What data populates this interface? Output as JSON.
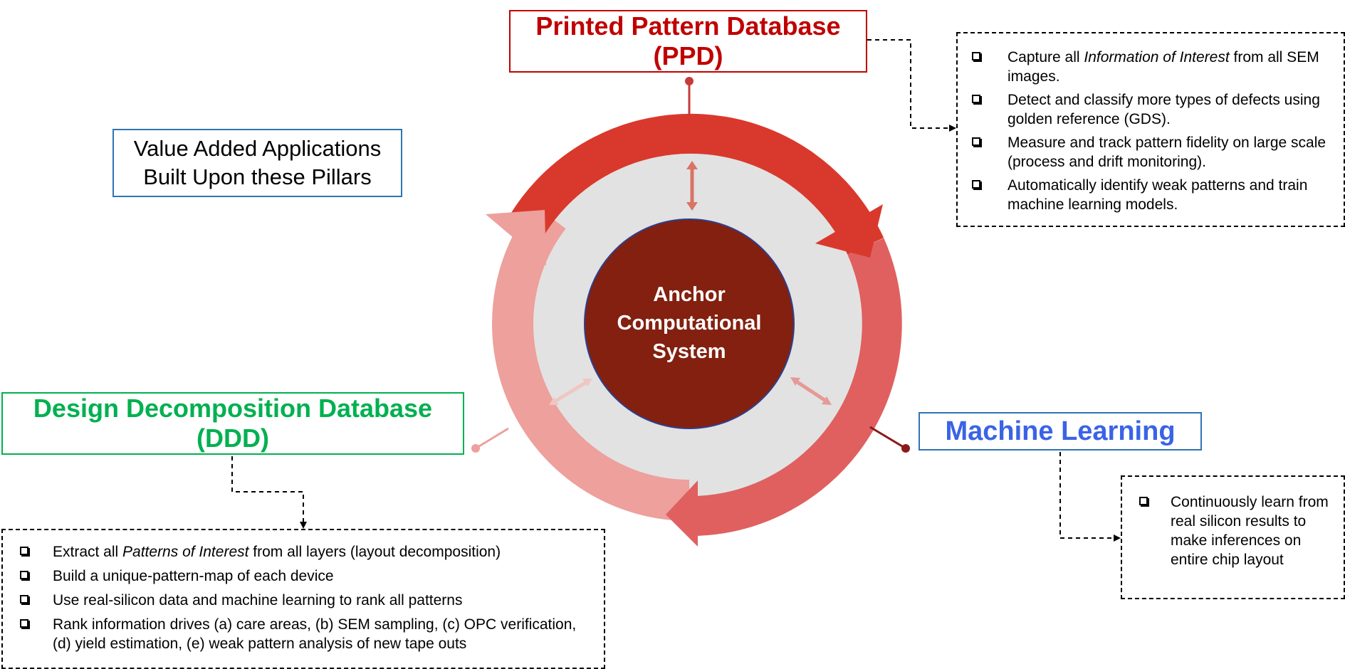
{
  "ppd": {
    "title_line1": "Printed Pattern Database",
    "title_line2": "(PPD)",
    "details": [
      {
        "pre": "Capture all ",
        "em": "Information of Interest",
        "post": " from all SEM images."
      },
      {
        "pre": "Detect and classify more types of defects using golden reference (GDS).",
        "em": "",
        "post": ""
      },
      {
        "pre": "Measure and track pattern fidelity on large scale (process and drift monitoring).",
        "em": "",
        "post": ""
      },
      {
        "pre": "Automatically identify weak patterns and train machine learning models.",
        "em": "",
        "post": ""
      }
    ]
  },
  "vaa": {
    "line1": "Value Added Applications",
    "line2": "Built Upon these Pillars"
  },
  "ddd": {
    "title_line1": "Design Decomposition Database",
    "title_line2": "(DDD)",
    "details": [
      {
        "pre": "Extract all ",
        "em": "Patterns of Interest",
        "post": " from all layers (layout decomposition)"
      },
      {
        "pre": "Build a unique-pattern-map of each device",
        "em": "",
        "post": ""
      },
      {
        "pre": "Use real-silicon data and machine learning to rank all patterns",
        "em": "",
        "post": ""
      },
      {
        "pre": "Rank information drives (a) care areas, (b) SEM sampling, (c) OPC verification, (d) yield estimation, (e) weak pattern analysis of new tape outs",
        "em": "",
        "post": ""
      }
    ]
  },
  "ml": {
    "title": "Machine Learning",
    "details": [
      {
        "pre": "Continuously learn from real silicon results to make inferences on entire chip layout",
        "em": "",
        "post": ""
      }
    ]
  },
  "center": {
    "line1": "Anchor",
    "line2": "Computational",
    "line3": "System"
  },
  "colors": {
    "ppd": "#c00000",
    "ddd": "#00b050",
    "ml": "#3a63e6",
    "center_circle": "#83200f",
    "ring_dark": "#d9392c",
    "ring_mid": "#e06060",
    "ring_light": "#eda09c",
    "inner_disc": "#e2e2e2"
  },
  "icons": {
    "bullet": "checkbox-icon"
  }
}
